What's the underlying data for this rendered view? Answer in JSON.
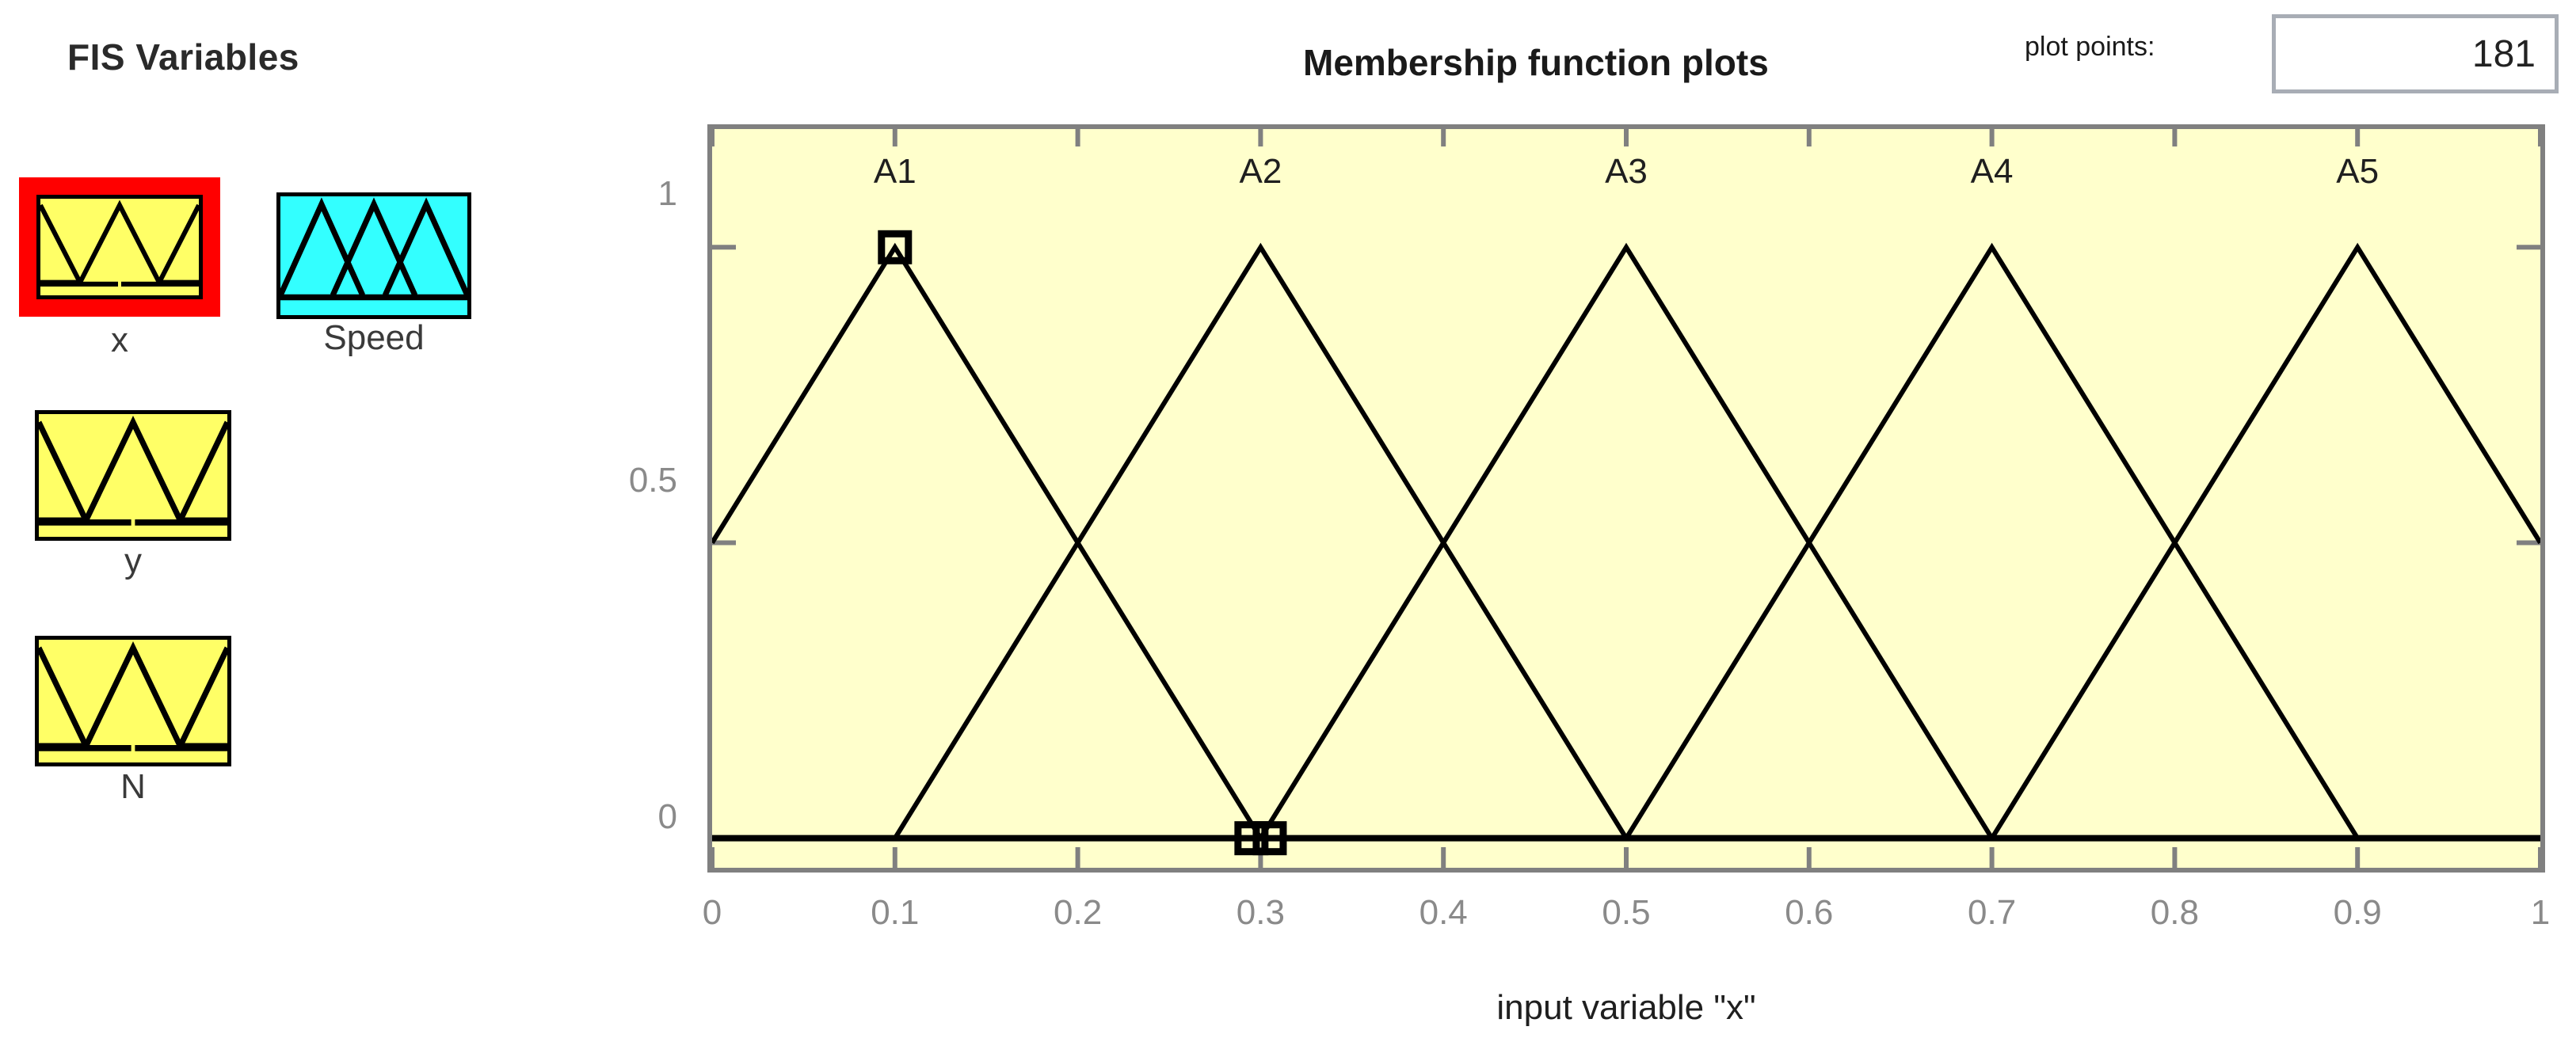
{
  "fis_panel": {
    "title": "FIS Variables",
    "variables": [
      {
        "name": "x",
        "label": "x",
        "color": "#ffff66",
        "selected": true,
        "mf_count": 3,
        "kind": "input"
      },
      {
        "name": "Speed",
        "label": "Speed",
        "color": "#33ffff",
        "selected": false,
        "mf_count": 3,
        "kind": "output"
      },
      {
        "name": "y",
        "label": "y",
        "color": "#ffff66",
        "selected": false,
        "mf_count": 3,
        "kind": "input"
      },
      {
        "name": "N",
        "label": "N",
        "color": "#ffff66",
        "selected": false,
        "mf_count": 3,
        "kind": "input"
      }
    ]
  },
  "header": {
    "plot_title": "Membership function plots",
    "plot_points_label": "plot points:",
    "plot_points_value": "181"
  },
  "chart_data": {
    "type": "line",
    "title": "Membership function plots",
    "xlabel": "input variable \"x\"",
    "ylabel": "",
    "xlim": [
      0,
      1
    ],
    "ylim": [
      -0.05,
      1.2
    ],
    "grid": false,
    "legend": "none",
    "xticks": [
      "0",
      "0.1",
      "0.2",
      "0.3",
      "0.4",
      "0.5",
      "0.6",
      "0.7",
      "0.8",
      "0.9",
      "1"
    ],
    "xtick_values": [
      0,
      0.1,
      0.2,
      0.3,
      0.4,
      0.5,
      0.6,
      0.7,
      0.8,
      0.9,
      1
    ],
    "yticks": [
      "0",
      "0.5",
      "1"
    ],
    "ytick_values": [
      0,
      0.5,
      1
    ],
    "plot_bgcolor": "#ffffcc",
    "line_color": "#000000",
    "series": [
      {
        "name": "A1",
        "label_x": 0.1,
        "type": "trimf",
        "params": [
          -0.1,
          0.1,
          0.3
        ],
        "x": [
          0,
          0.1,
          0.3
        ],
        "values": [
          0.5,
          1,
          0
        ]
      },
      {
        "name": "A2",
        "label_x": 0.3,
        "type": "trimf",
        "params": [
          0.1,
          0.3,
          0.5
        ],
        "x": [
          0.1,
          0.3,
          0.5
        ],
        "values": [
          0,
          1,
          0
        ]
      },
      {
        "name": "A3",
        "label_x": 0.5,
        "type": "trimf",
        "params": [
          0.3,
          0.5,
          0.7
        ],
        "x": [
          0.3,
          0.5,
          0.7
        ],
        "values": [
          0,
          1,
          0
        ]
      },
      {
        "name": "A4",
        "label_x": 0.7,
        "type": "trimf",
        "params": [
          0.5,
          0.7,
          0.9
        ],
        "x": [
          0.5,
          0.7,
          0.9
        ],
        "values": [
          0,
          1,
          0
        ]
      },
      {
        "name": "A5",
        "label_x": 0.9,
        "type": "trimf",
        "params": [
          0.7,
          0.9,
          1.1
        ],
        "x": [
          0.7,
          0.9,
          1.0
        ],
        "values": [
          0,
          1,
          0.5
        ]
      }
    ],
    "selection_handles": [
      {
        "x": 0.1,
        "y": 1.0
      },
      {
        "x": 0.295,
        "y": 0.0
      },
      {
        "x": 0.305,
        "y": 0.0
      }
    ],
    "baseline": {
      "y": 0,
      "color": "#000000",
      "width": 8
    }
  }
}
